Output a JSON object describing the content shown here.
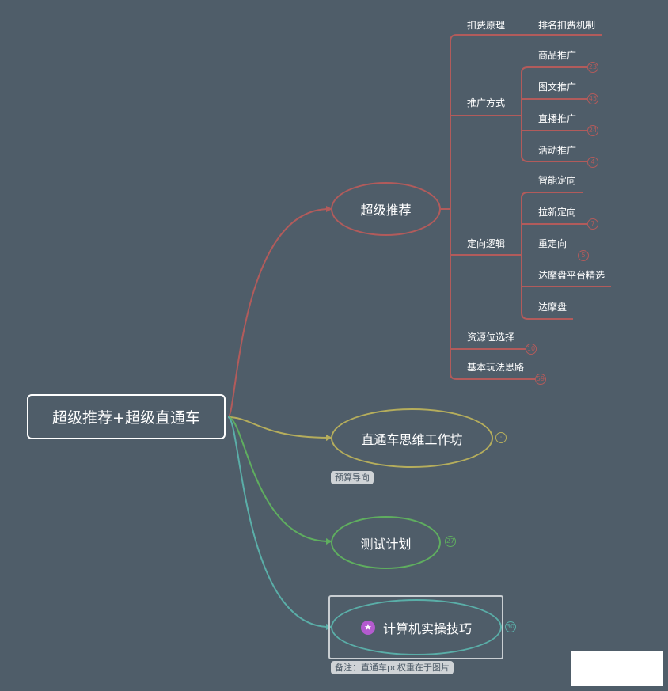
{
  "root": {
    "label": "超级推荐+超级直通车"
  },
  "colors": {
    "background": "#4f5d69",
    "red": "#b25b5b",
    "yellow": "#b5ad5c",
    "green": "#5fae5f",
    "teal": "#5aaea8",
    "star": "#b45bcf"
  },
  "branches": {
    "super_recommend": {
      "label": "超级推荐",
      "children": {
        "deduction": {
          "label": "扣费原理",
          "child": "排名扣费机制"
        },
        "promo_methods": {
          "label": "推广方式",
          "items": [
            {
              "label": "商品推广",
              "count": "23"
            },
            {
              "label": "图文推广",
              "count": "45"
            },
            {
              "label": "直播推广",
              "count": "24"
            },
            {
              "label": "活动推广",
              "count": "4"
            }
          ]
        },
        "targeting": {
          "label": "定向逻辑",
          "items": [
            {
              "label": "智能定向"
            },
            {
              "label": "拉新定向",
              "count": "7"
            },
            {
              "label": "重定向",
              "count": "5"
            },
            {
              "label": "达摩盘平台精选"
            },
            {
              "label": "达摩盘"
            }
          ]
        },
        "resource": {
          "label": "资源位选择",
          "count": "10"
        },
        "basics": {
          "label": "基本玩法思路",
          "count": "59"
        }
      }
    },
    "workshop": {
      "label": "直通车思维工作坊",
      "more": "···",
      "tag": "预算导向"
    },
    "test_plan": {
      "label": "测试计划",
      "count": "27"
    },
    "computer": {
      "label": "计算机实操技巧",
      "count": "30",
      "note": "备注：直通车pc权重在于图片"
    }
  }
}
